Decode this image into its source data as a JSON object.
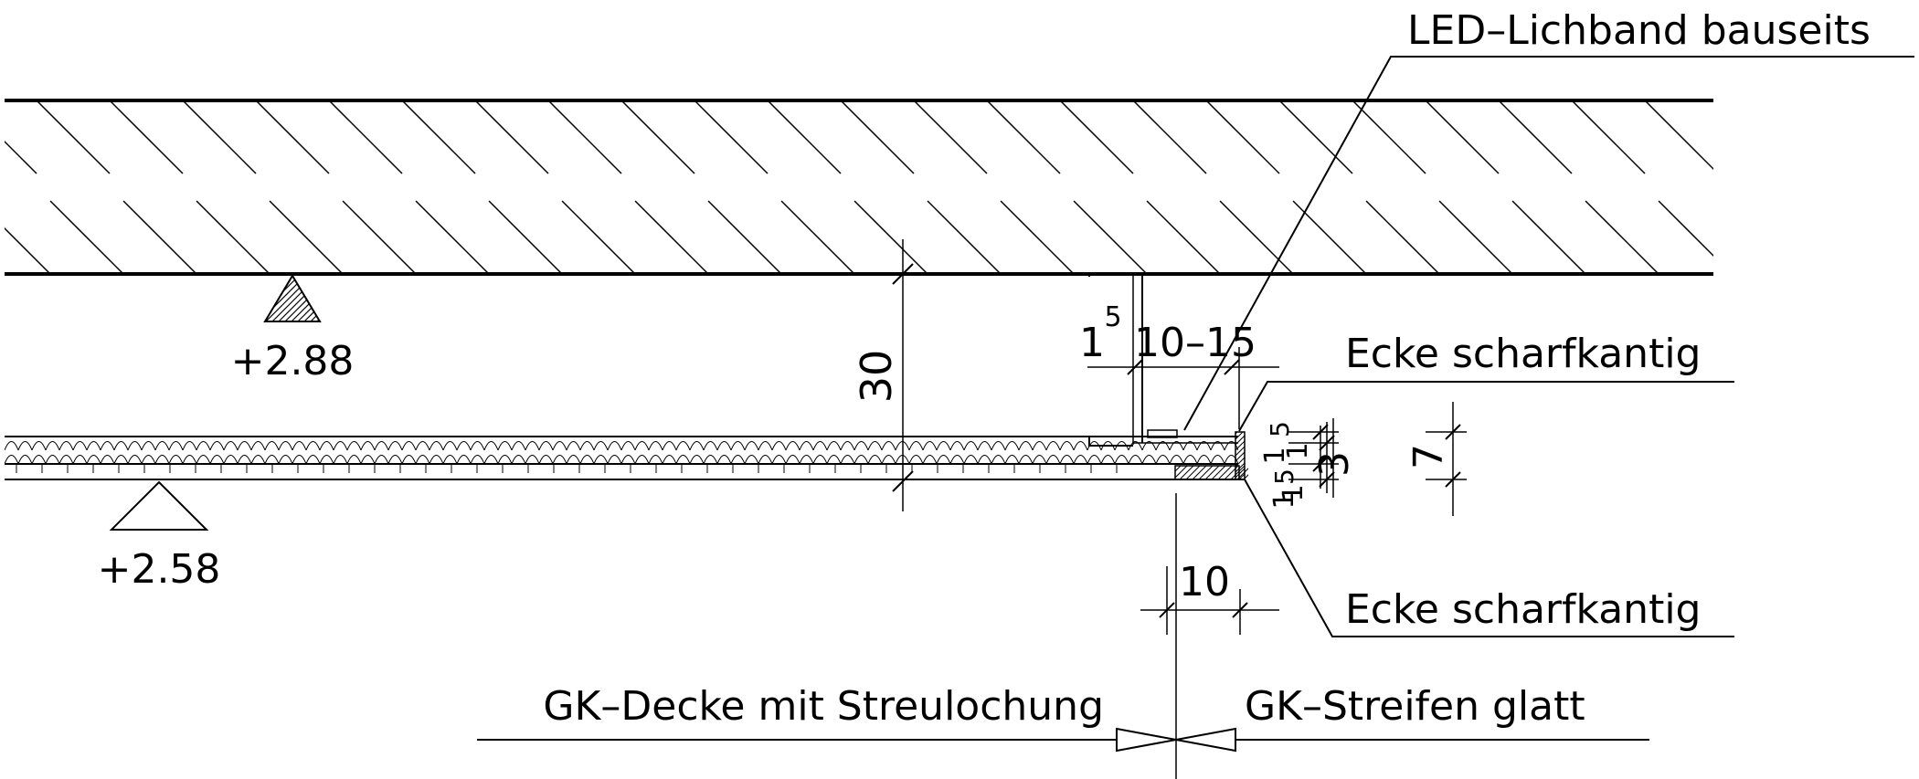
{
  "callouts": {
    "led": "LED–Lichband bauseits",
    "corner_top": "Ecke scharfkantig",
    "corner_bottom": "Ecke scharfkantig",
    "gk_ceiling": "GK–Decke mit Streulochung",
    "gk_strip": "GK–Streifen glatt"
  },
  "levels": {
    "upper": "+2.88",
    "lower": "+2.58"
  },
  "dimensions": {
    "height_30": "30",
    "d1": "1",
    "d5": "5",
    "gap": "10–15",
    "w10": "10",
    "r_5": "5",
    "r_1a": "1",
    "r_1b": "1",
    "r_3": "3",
    "r_1c": "1",
    "r_5b": "5",
    "r_1d": "1",
    "r_7": "7"
  },
  "colors": {
    "ink": "#000000",
    "paper": "#ffffff"
  }
}
